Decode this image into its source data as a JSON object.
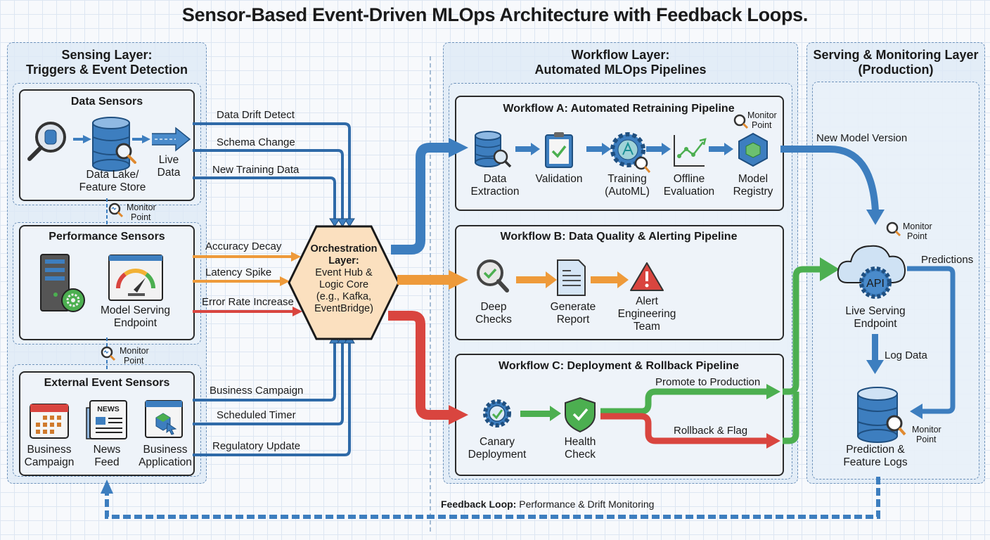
{
  "title": "Sensor-Based Event-Driven MLOps Architecture with Feedback Loops.",
  "colors": {
    "blue": "#3d7ebf",
    "orange": "#ee9a3a",
    "red": "#d9453f",
    "green": "#4caf50",
    "hub_fill": "#fbe0bf"
  },
  "sensing_layer": {
    "title_line1": "Sensing Layer:",
    "title_line2": "Triggers & Event Detection",
    "data_sensors": {
      "title": "Data Sensors",
      "store_line1": "Data Lake/",
      "store_line2": "Feature Store",
      "live_line1": "Live",
      "live_line2": "Data"
    },
    "performance_sensors": {
      "title": "Performance Sensors",
      "endpoint_line1": "Model Serving",
      "endpoint_line2": "Endpoint"
    },
    "external_sensors": {
      "title": "External Event Sensors",
      "items": [
        {
          "line1": "Business",
          "line2": "Campaign"
        },
        {
          "line1": "News",
          "line2": "Feed"
        },
        {
          "line1": "Business",
          "line2": "Application"
        }
      ],
      "news_glyph": "NEWS"
    },
    "monitor_point": {
      "line1": "Monitor",
      "line2": "Point"
    }
  },
  "events": {
    "data": [
      "Data Drift Detect",
      "Schema Change",
      "New Training Data"
    ],
    "performance": [
      "Accuracy Decay",
      "Latency Spike",
      "Error Rate Increase"
    ],
    "external": [
      "Business Campaign",
      "Scheduled Timer",
      "Regulatory Update"
    ]
  },
  "orchestration": {
    "line1": "Orchestration",
    "line2": "Layer:",
    "line3": "Event Hub &",
    "line4": "Logic Core",
    "line5": "(e.g., Kafka,",
    "line6": "EventBridge)"
  },
  "workflow_layer": {
    "title_line1": "Workflow Layer:",
    "title_line2": "Automated MLOps Pipelines",
    "workflow_a": {
      "title": "Workflow A: Automated Retraining Pipeline",
      "steps": [
        {
          "line1": "Data",
          "line2": "Extraction"
        },
        {
          "line1": "Validation",
          "line2": ""
        },
        {
          "line1": "Training",
          "line2": "(AutoML)"
        },
        {
          "line1": "Offline",
          "line2": "Evaluation"
        },
        {
          "line1": "Model",
          "line2": "Registry"
        }
      ]
    },
    "workflow_b": {
      "title": "Workflow B: Data Quality & Alerting Pipeline",
      "steps": [
        {
          "line1": "Deep",
          "line2": "Checks"
        },
        {
          "line1": "Generate",
          "line2": "Report"
        },
        {
          "line1": "Alert",
          "line2": "Engineering",
          "line3": "Team"
        }
      ]
    },
    "workflow_c": {
      "title": "Workflow C: Deployment & Rollback Pipeline",
      "steps": [
        {
          "line1": "Canary",
          "line2": "Deployment"
        },
        {
          "line1": "Health",
          "line2": "Check"
        }
      ],
      "promote": "Promote to Production",
      "rollback": "Rollback & Flag"
    }
  },
  "serving_layer": {
    "title_line1": "Serving & Monitoring Layer",
    "title_line2": "(Production)",
    "new_model": "New Model Version",
    "predictions": "Predictions",
    "api_glyph": "API",
    "endpoint_line1": "Live Serving",
    "endpoint_line2": "Endpoint",
    "log_data": "Log Data",
    "logs_line1": "Prediction &",
    "logs_line2": "Feature Logs"
  },
  "feedback": {
    "bold": "Feedback Loop:",
    "rest": " Performance & Drift Monitoring"
  }
}
